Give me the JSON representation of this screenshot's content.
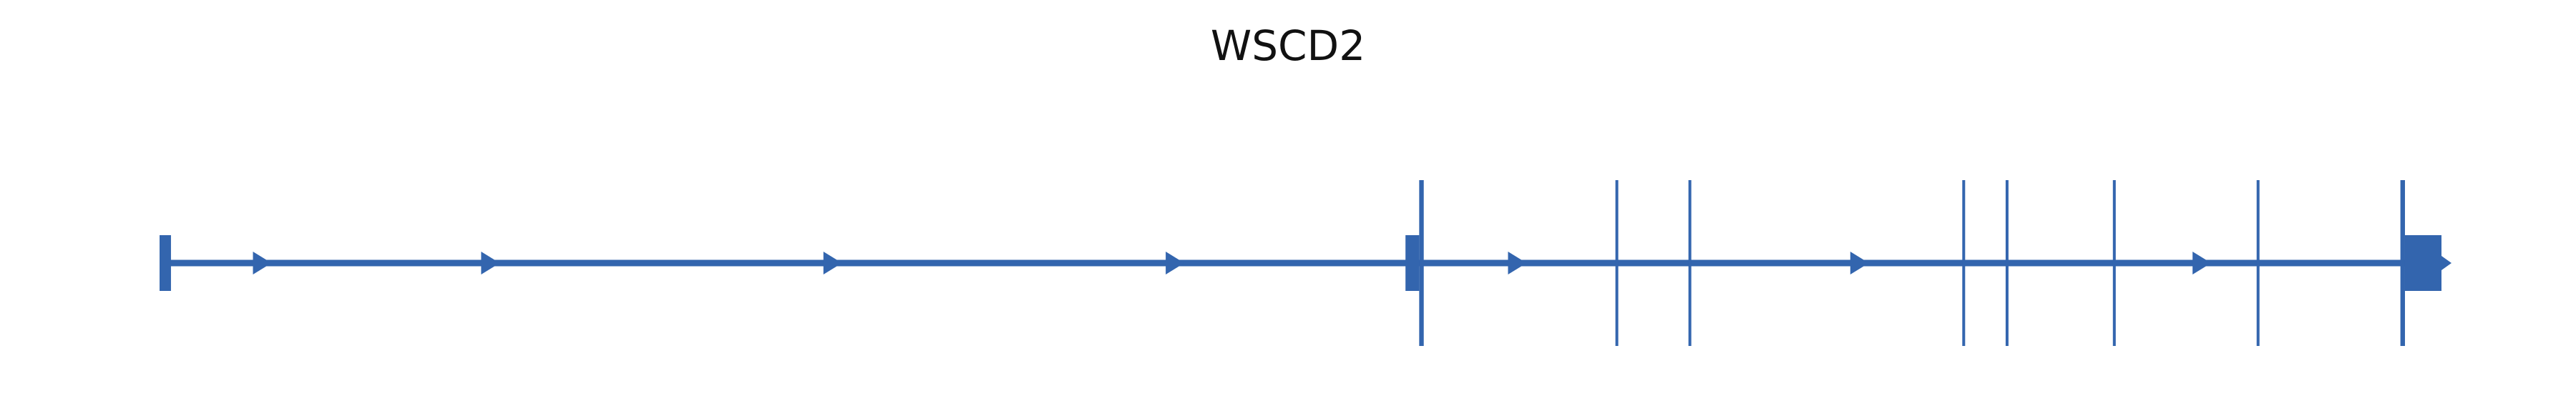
{
  "title": "WSCD2",
  "colors": {
    "gene": "#3365ae",
    "title": "#111111",
    "background": "#ffffff"
  },
  "gene_model": {
    "strand": "+",
    "exons": [
      {
        "start": 0.0,
        "end": 0.005,
        "type": "utr"
      },
      {
        "start": 0.546,
        "end": 0.552,
        "type": "utr"
      },
      {
        "start": 0.552,
        "end": 0.554,
        "type": "cds"
      },
      {
        "start": 0.638,
        "end": 0.639,
        "type": "cds"
      },
      {
        "start": 0.67,
        "end": 0.671,
        "type": "cds"
      },
      {
        "start": 0.79,
        "end": 0.791,
        "type": "cds"
      },
      {
        "start": 0.809,
        "end": 0.81,
        "type": "cds"
      },
      {
        "start": 0.856,
        "end": 0.857,
        "type": "cds"
      },
      {
        "start": 0.919,
        "end": 0.92,
        "type": "cds"
      },
      {
        "start": 0.982,
        "end": 0.984,
        "type": "cds"
      },
      {
        "start": 0.984,
        "end": 1.0,
        "type": "utr"
      }
    ],
    "arrows": [
      0.045,
      0.145,
      0.295,
      0.445,
      0.595,
      0.745,
      0.895
    ]
  }
}
